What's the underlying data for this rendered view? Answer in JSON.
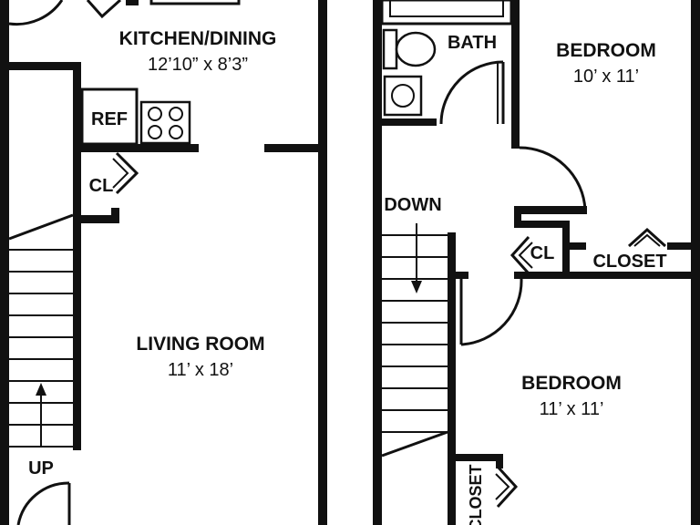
{
  "rooms": {
    "kitchen_dining": {
      "label": "KITCHEN/DINING",
      "dims": "12’10” x 8’3”"
    },
    "living_room": {
      "label": "LIVING ROOM",
      "dims": "11’ x 18’"
    },
    "bedroom_upper": {
      "label": "BEDROOM",
      "dims": "10’ x 11’"
    },
    "bedroom_lower": {
      "label": "BEDROOM",
      "dims": "11’ x 11’"
    },
    "bath": {
      "label": "BATH"
    }
  },
  "fixtures": {
    "ref": "REF",
    "closet_left": "CL",
    "closet_hall": "CL",
    "closet_upper": "CLOSET",
    "closet_lower": "CLOSET"
  },
  "stairs": {
    "up": "UP",
    "down": "DOWN"
  }
}
